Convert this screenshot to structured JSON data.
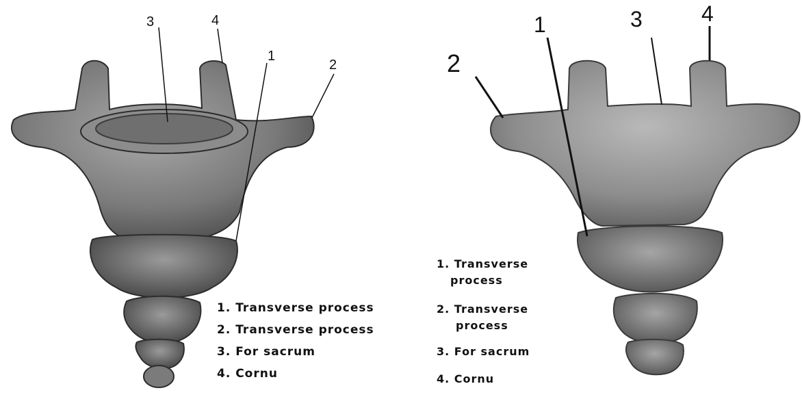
{
  "left_figure": {
    "callouts": [
      "3",
      "4",
      "1",
      "2"
    ],
    "legend": [
      "1. Transverse process",
      "2. Transverse process",
      "3. For sacrum",
      "4. Cornu"
    ]
  },
  "right_figure": {
    "callouts": [
      "1",
      "2",
      "3",
      "4"
    ],
    "legend": {
      "item1_line1": "1. Transverse",
      "item1_line2": "process",
      "item2_line1": "2. Transverse",
      "item2_line2": "process",
      "item3": "3. For sacrum",
      "item4": "4. Cornu"
    }
  },
  "colors": {
    "bone_dark": "#3a3a3a",
    "bone_mid": "#7d7d7d",
    "bone_light": "#b8b8b8"
  }
}
